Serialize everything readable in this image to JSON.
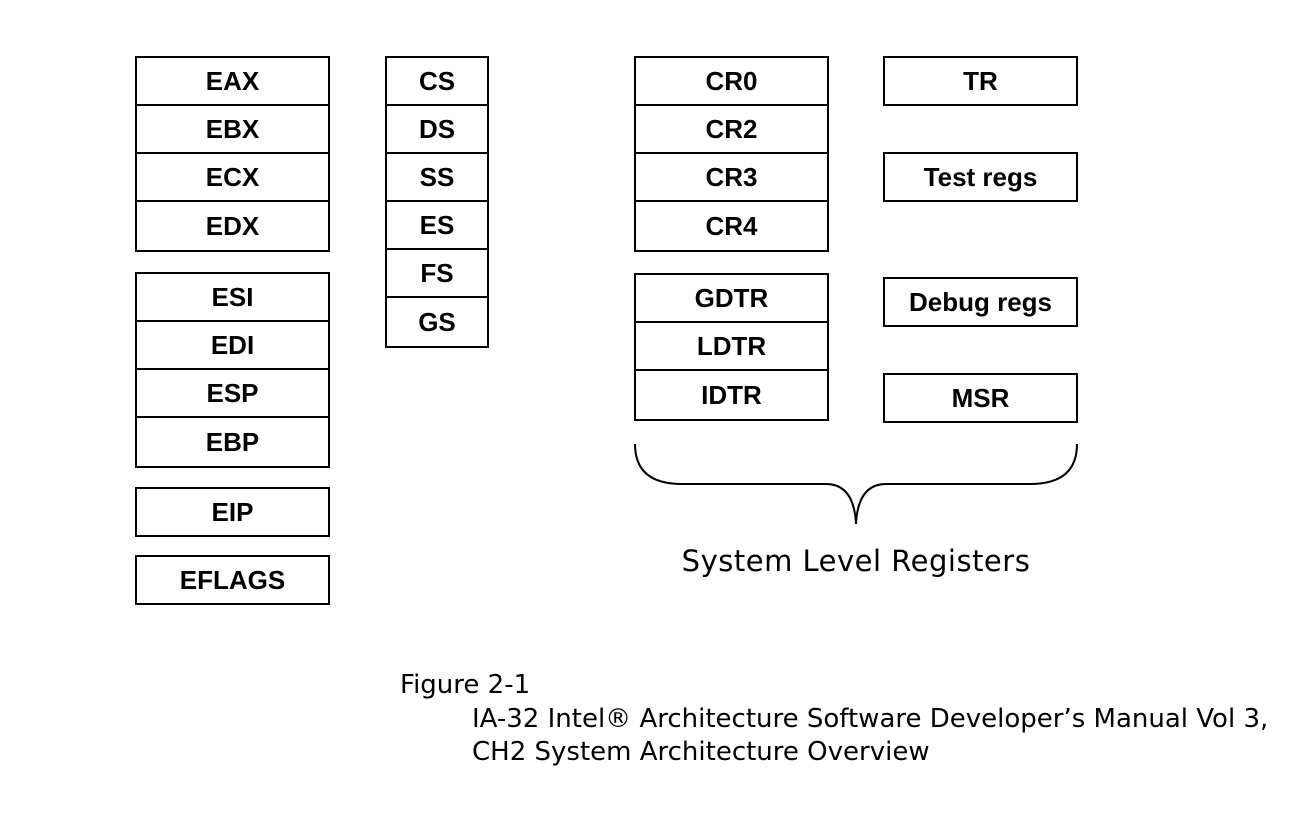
{
  "general_registers_a": [
    "EAX",
    "EBX",
    "ECX",
    "EDX"
  ],
  "general_registers_b": [
    "ESI",
    "EDI",
    "ESP",
    "EBP"
  ],
  "instruction_pointer": "EIP",
  "flags_register": "EFLAGS",
  "segment_registers": [
    "CS",
    "DS",
    "SS",
    "ES",
    "FS",
    "GS"
  ],
  "control_registers": [
    "CR0",
    "CR2",
    "CR3",
    "CR4"
  ],
  "table_registers": [
    "GDTR",
    "LDTR",
    "IDTR"
  ],
  "task_register": "TR",
  "test_registers": "Test regs",
  "debug_registers": "Debug regs",
  "msr": "MSR",
  "system_level_label": "System Level Registers",
  "caption": {
    "figure": "Figure 2-1",
    "line1": "IA-32 Intel® Architecture Software Developer’s Manual Vol 3,",
    "line2": "CH2 System Architecture Overview"
  }
}
